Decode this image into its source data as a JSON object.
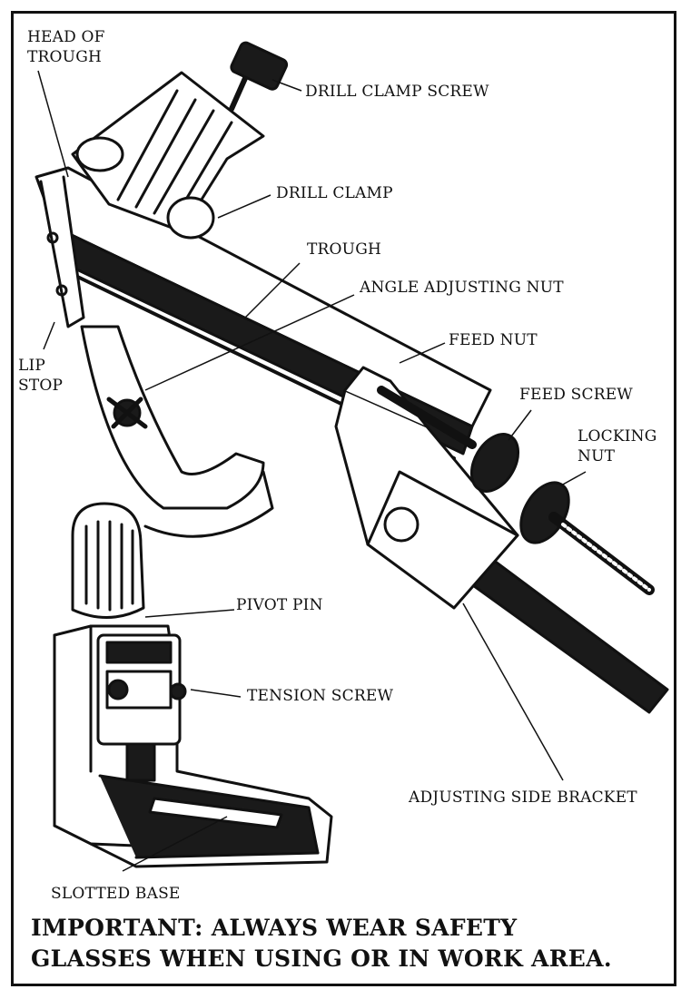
{
  "diagram": {
    "labels": {
      "head_of_trough": [
        "HEAD OF",
        "TROUGH"
      ],
      "drill_clamp_screw": "DRILL CLAMP SCREW",
      "drill_clamp": "DRILL CLAMP",
      "trough": "TROUGH",
      "angle_adjusting_nut": "ANGLE ADJUSTING NUT",
      "feed_nut": "FEED NUT",
      "lip_stop": [
        "LIP",
        "STOP"
      ],
      "feed_screw": "FEED SCREW",
      "locking_nut": [
        "LOCKING",
        "NUT"
      ],
      "pivot_pin": "PIVOT PIN",
      "tension_screw": "TENSION SCREW",
      "adjusting_side_bracket": "ADJUSTING SIDE BRACKET",
      "slotted_base": "SLOTTED BASE"
    },
    "warning": {
      "line1": "IMPORTANT: ALWAYS WEAR SAFETY",
      "line2": "GLASSES WHEN USING OR IN WORK AREA."
    }
  }
}
